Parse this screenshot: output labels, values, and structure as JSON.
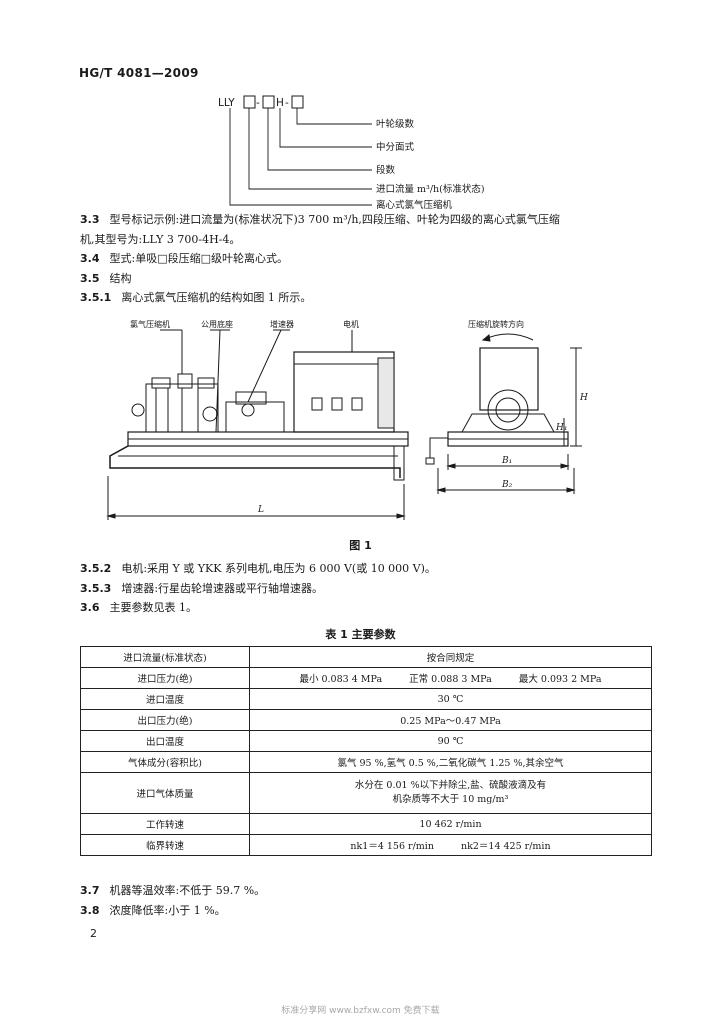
{
  "header": {
    "standard_code": "HG/T 4081—2009"
  },
  "model_diagram": {
    "code_prefix": "LLY",
    "code_h": "H",
    "labels": [
      "叶轮级数",
      "中分面式",
      "段数",
      "进口流量 m³/h(标准状态)",
      "离心式氯气压缩机"
    ]
  },
  "sections": {
    "s3_3": {
      "num": "3.3",
      "text": "型号标记示例:进口流量为(标准状况下)3 700 m³/h,四段压缩、叶轮为四级的离心式氯气压缩",
      "text_cont": "机,其型号为:LLY 3 700-4H-4。"
    },
    "s3_4": {
      "num": "3.4",
      "text": "型式:单吸□段压缩□级叶轮离心式。"
    },
    "s3_5": {
      "num": "3.5",
      "text": "结构"
    },
    "s3_5_1": {
      "num": "3.5.1",
      "text": "离心式氯气压缩机的结构如图 1 所示。"
    },
    "s3_5_2": {
      "num": "3.5.2",
      "text": "电机:采用 Y 或 YKK 系列电机,电压为 6 000 V(或 10 000 V)。"
    },
    "s3_5_3": {
      "num": "3.5.3",
      "text": "增速器:行星齿轮增速器或平行轴增速器。"
    },
    "s3_6": {
      "num": "3.6",
      "text": "主要参数见表 1。"
    },
    "s3_7": {
      "num": "3.7",
      "text": "机器等温效率:不低于 59.7 %。"
    },
    "s3_8": {
      "num": "3.8",
      "text": "浓度降低率:小于 1 %。"
    }
  },
  "figure1": {
    "caption": "图 1",
    "labels": {
      "compressor": "氯气压缩机",
      "base": "公用底座",
      "gearbox": "增速器",
      "motor": "电机",
      "rotation": "压缩机旋转方向",
      "L": "L",
      "B1": "B₁",
      "B2": "B₂",
      "H": "H",
      "H1": "H₁"
    }
  },
  "table1": {
    "title": "表 1  主要参数",
    "rows": [
      {
        "name": "进口流量(标准状态)",
        "value": "按合同规定"
      },
      {
        "name": "进口压力(绝)",
        "values": [
          "最小 0.083 4 MPa",
          "正常 0.088 3 MPa",
          "最大 0.093 2 MPa"
        ]
      },
      {
        "name": "进口温度",
        "value": "30 ℃"
      },
      {
        "name": "出口压力(绝)",
        "value": "0.25 MPa～0.47 MPa"
      },
      {
        "name": "出口温度",
        "value": "90 ℃"
      },
      {
        "name": "气体成分(容积比)",
        "value": "氯气 95 %,氢气 0.5 %,二氧化碳气 1.25 %,其余空气"
      },
      {
        "name": "进口气体质量",
        "line1": "水分在 0.01 %以下并除尘,盐、硫酸液滴及有",
        "line2": "机杂质等不大于 10 mg/m³"
      },
      {
        "name": "工作转速",
        "value": "10 462 r/min"
      },
      {
        "name": "临界转速",
        "values": [
          "nk1＝4 156 r/min",
          "nk2＝14 425 r/min"
        ]
      }
    ]
  },
  "page_number": "2",
  "watermark": "标准分享网 www.bzfxw.com 免费下载"
}
